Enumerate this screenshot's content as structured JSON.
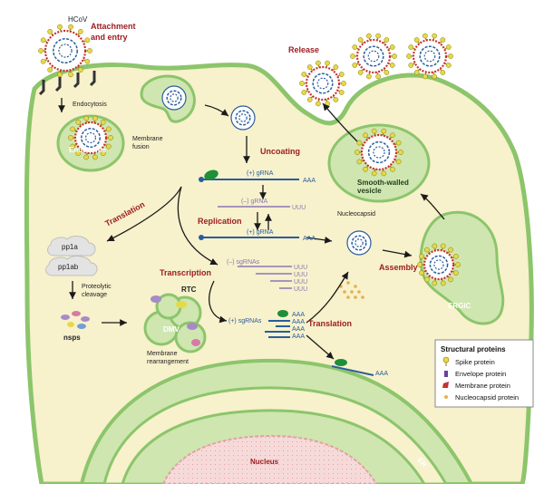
{
  "labels": {
    "hcov": "HCoV",
    "attachment": "Attachment\nand entry",
    "endocytosis": "Endocytosis",
    "endosome": "Endosome",
    "membrane_fusion": "Membrane\nfusion",
    "uncoating": "Uncoating",
    "translation_1": "Translation",
    "pos_grna_1": "(+) gRNA",
    "aaa": "AAA",
    "uuu": "UUU",
    "neg_grna": "(–) gRNA",
    "replication": "Replication",
    "pos_grna_2": "(+) gRNA",
    "pp1a": "pp1a",
    "pp1ab": "pp1ab",
    "proteolytic": "Proteolytic\ncleavage",
    "nsps": "nsps",
    "transcription": "Transcription",
    "rtc": "RTC",
    "dmv": "DMV",
    "membrane_rearr": "Membrane\nrearrangement",
    "neg_sgrnas": "(–) sgRNAs",
    "pos_sgrnas": "(+) sgRNAs",
    "translation_2": "Translation",
    "nucleocapsid": "Nucleocapsid",
    "assembly": "Assembly",
    "release": "Release",
    "smooth_walled": "Smooth-walled\nvesicle",
    "ergic": "ERGIC",
    "nucleus": "Nucleus",
    "er": "ER"
  },
  "legend": {
    "title": "Structural proteins",
    "items": [
      {
        "label": "Spike protein",
        "icon": "spike-icon"
      },
      {
        "label": "Envelope protein",
        "icon": "envelope-protein-icon"
      },
      {
        "label": "Membrane protein",
        "icon": "membrane-protein-icon"
      },
      {
        "label": "Nucleocapsid protein",
        "icon": "nucleocapsid-protein-icon"
      }
    ]
  },
  "colors": {
    "cytoplasm": "#f7f1cc",
    "membrane_green": "#8cc56b",
    "organelle_fill": "#cfe6b0",
    "step_red": "#9b1b1e",
    "rna_blue": "#2a5d9c",
    "rna_purple": "#8d76b3",
    "spike_yellow": "#e6d94a",
    "membrane_red": "#c8312c",
    "nucleus_pink": "#f6dada"
  }
}
